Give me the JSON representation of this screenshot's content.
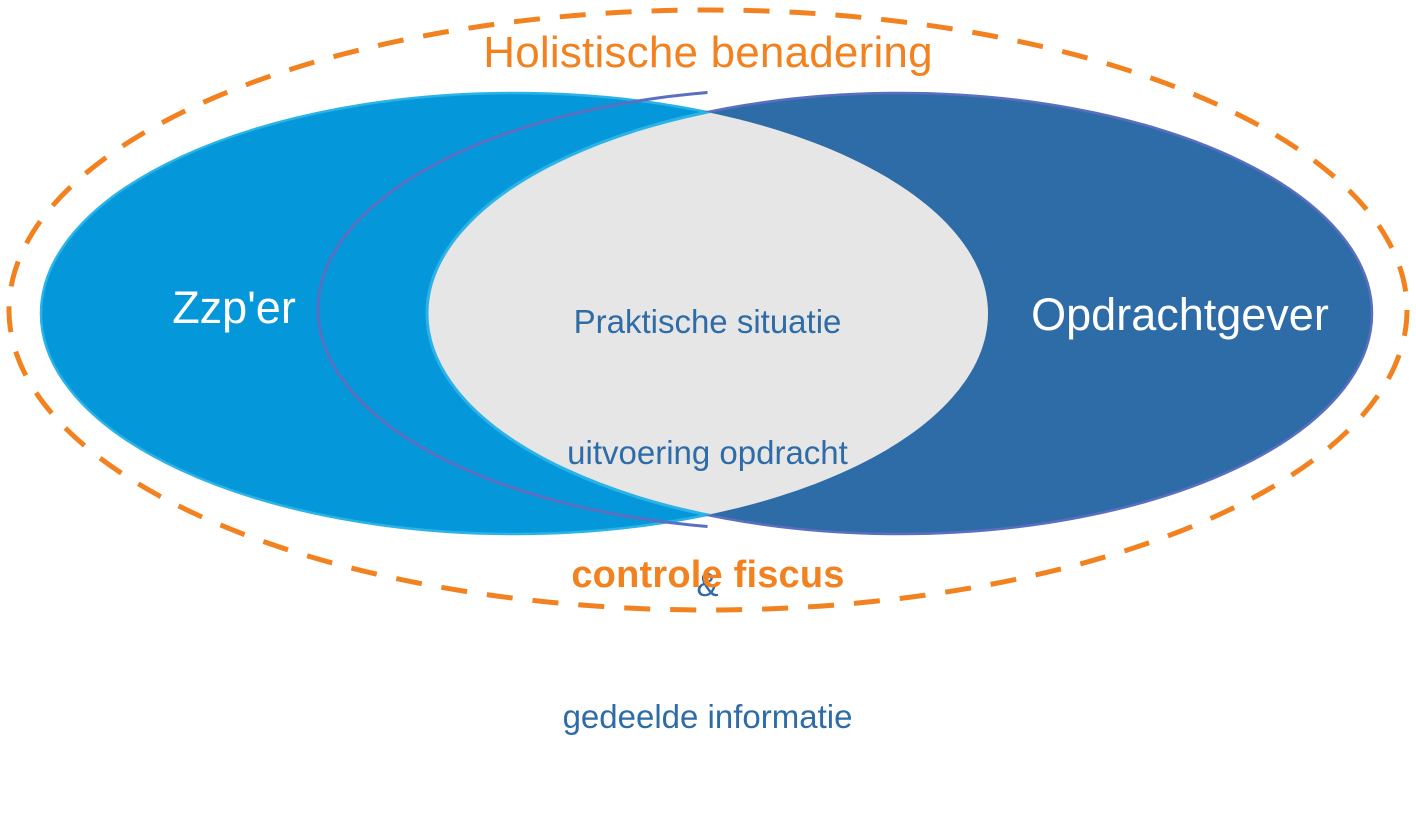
{
  "diagram": {
    "type": "venn",
    "outer_boundary": {
      "label": "Holistische benadering",
      "caption": "controle fiscus",
      "stroke_color": "#F2821F",
      "stroke_style": "dashed"
    },
    "sets": [
      {
        "id": "left",
        "label": "Zzp'er",
        "fill_color": "#0497D9",
        "text_color": "#FFFFFF"
      },
      {
        "id": "right",
        "label": "Opdrachtgever",
        "fill_color": "#2E6CA8",
        "text_color": "#FFFFFF"
      }
    ],
    "intersection": {
      "fill_color": "#E6E6E6",
      "text_color": "#2E6CA8",
      "lines": [
        "Praktische situatie",
        "uitvoering opdracht",
        "&",
        "gedeelde informatie"
      ]
    }
  }
}
